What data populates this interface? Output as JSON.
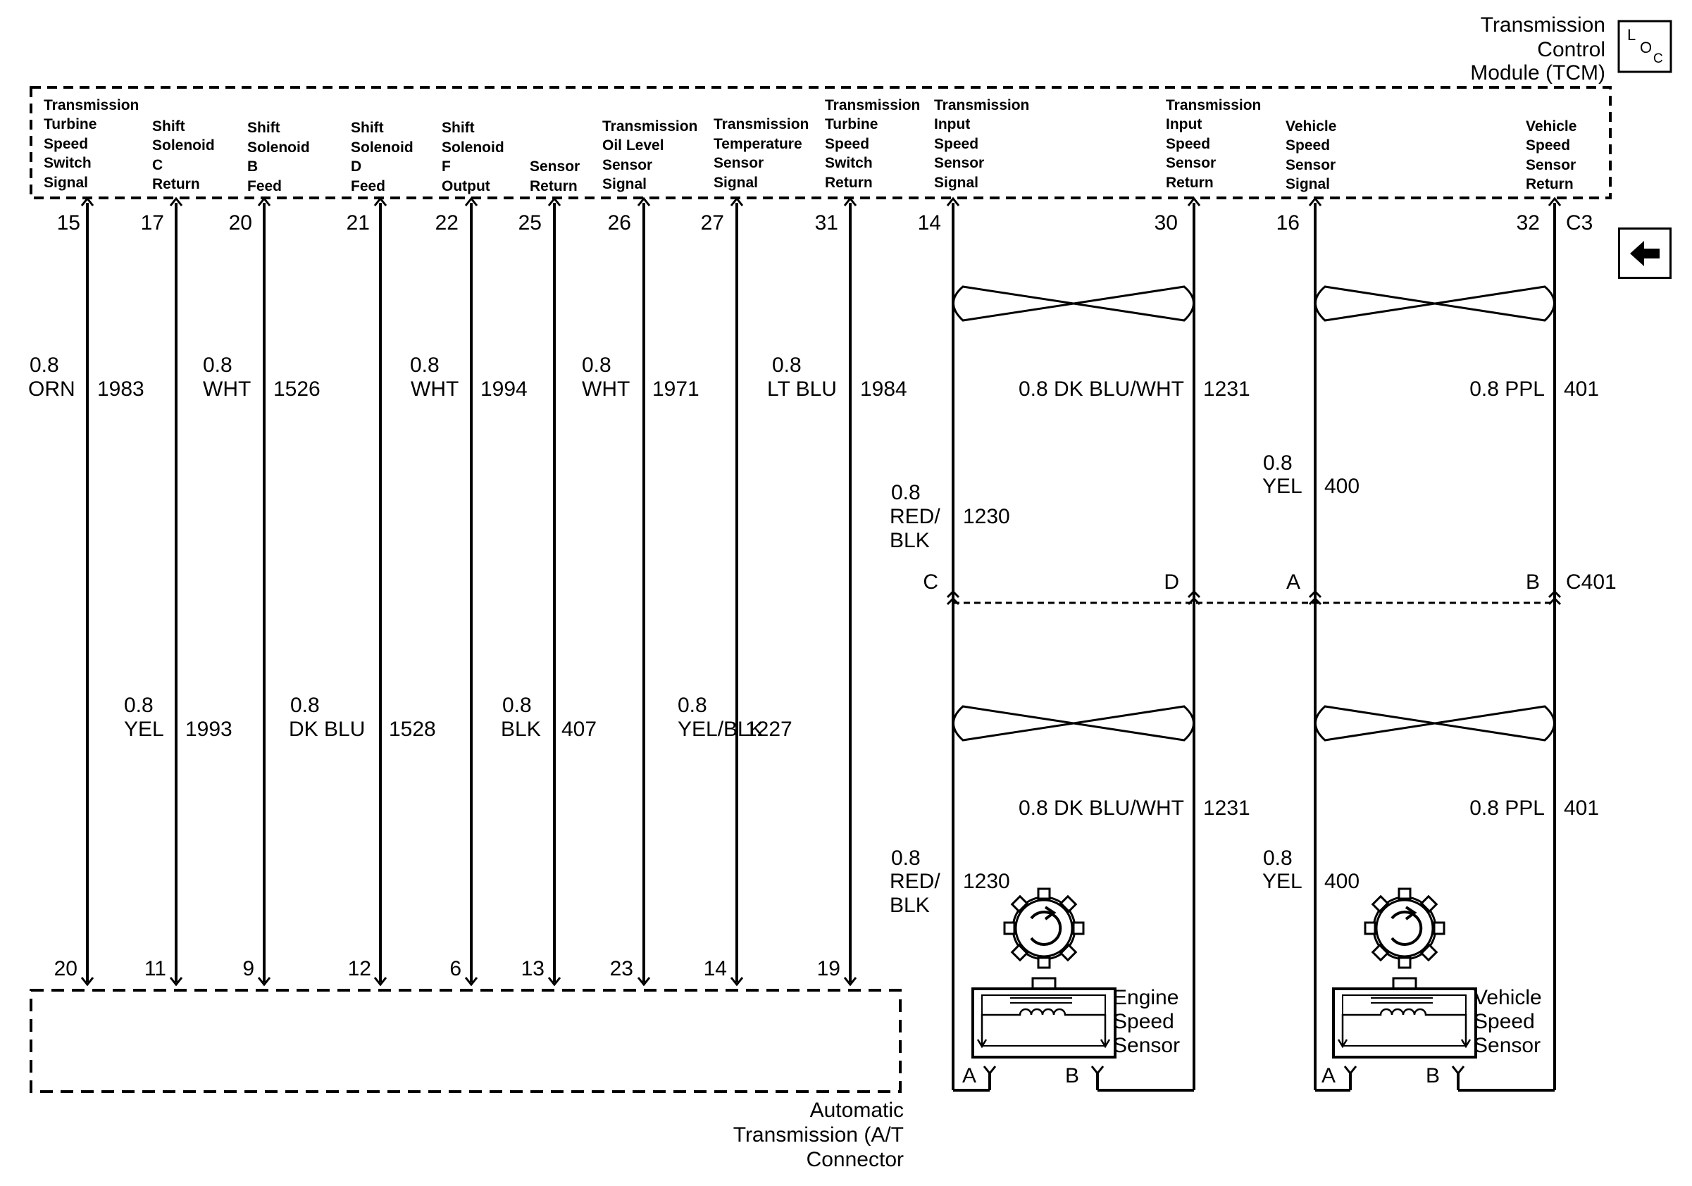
{
  "module": {
    "title_lines": [
      "Transmission",
      "Control",
      "Module (TCM)"
    ],
    "loc_icon": {
      "big": "L",
      "mid": "O",
      "small": "C"
    },
    "connector_top": "C3",
    "pins": [
      {
        "pin": "15",
        "label_lines": [
          "Transmission",
          "Turbine",
          "Speed",
          "Switch",
          "Signal"
        ]
      },
      {
        "pin": "17",
        "label_lines": [
          "Shift",
          "Solenoid",
          "C",
          "Return"
        ]
      },
      {
        "pin": "20",
        "label_lines": [
          "Shift",
          "Solenoid",
          "B",
          "Feed"
        ]
      },
      {
        "pin": "21",
        "label_lines": [
          "Shift",
          "Solenoid",
          "D",
          "Feed"
        ]
      },
      {
        "pin": "22",
        "label_lines": [
          "Shift",
          "Solenoid",
          "F",
          "Output"
        ]
      },
      {
        "pin": "25",
        "label_lines": [
          "Sensor",
          "Return"
        ]
      },
      {
        "pin": "26",
        "label_lines": [
          "Transmission",
          "Oil Level",
          "Sensor",
          "Signal"
        ]
      },
      {
        "pin": "27",
        "label_lines": [
          "Transmission",
          "Temperature",
          "Sensor",
          "Signal"
        ]
      },
      {
        "pin": "31",
        "label_lines": [
          "Transmission",
          "Turbine",
          "Speed",
          "Switch",
          "Return"
        ]
      },
      {
        "pin": "14",
        "label_lines": [
          "Transmission",
          "Input",
          "Speed",
          "Sensor",
          "Signal"
        ]
      },
      {
        "pin": "30",
        "label_lines": [
          "Transmission",
          "Input",
          "Speed",
          "Sensor",
          "Return"
        ]
      },
      {
        "pin": "16",
        "label_lines": [
          "Vehicle",
          "Speed",
          "Sensor",
          "Signal"
        ]
      },
      {
        "pin": "32",
        "label_lines": [
          "Vehicle",
          "Speed",
          "Sensor",
          "Return"
        ]
      }
    ]
  },
  "at_wires": [
    {
      "size": "0.8",
      "color": "ORN",
      "circuit": "1983",
      "bottom_pin": "20"
    },
    {
      "size": "0.8",
      "color": "YEL",
      "circuit": "1993",
      "bottom_pin": "11"
    },
    {
      "size": "0.8",
      "color": "WHT",
      "circuit": "1526",
      "bottom_pin": "9"
    },
    {
      "size": "0.8",
      "color": "DK BLU",
      "circuit": "1528",
      "bottom_pin": "12"
    },
    {
      "size": "0.8",
      "color": "WHT",
      "circuit": "1994",
      "bottom_pin": "6"
    },
    {
      "size": "0.8",
      "color": "BLK",
      "circuit": "407",
      "bottom_pin": "13"
    },
    {
      "size": "0.8",
      "color": "WHT",
      "circuit": "1971",
      "bottom_pin": "23"
    },
    {
      "size": "0.8",
      "color": "YEL/BLK",
      "circuit": "1227",
      "bottom_pin": "14"
    },
    {
      "size": "0.8",
      "color": "LT BLU",
      "circuit": "1984",
      "bottom_pin": "19"
    }
  ],
  "at_connector": {
    "label_lines": [
      "Automatic",
      "Transmission (A/T",
      "Connector"
    ]
  },
  "inline_connector": {
    "name": "C401",
    "pins": [
      "C",
      "D",
      "A",
      "B"
    ]
  },
  "twisted_pair_wires": {
    "engine_signal_upper": {
      "size": "0.8",
      "color_lines": [
        "RED/",
        "BLK"
      ],
      "circuit": "1230"
    },
    "engine_return_upper": {
      "text": "0.8 DK BLU/WHT",
      "circuit": "1231"
    },
    "vehicle_signal_upper": {
      "size": "0.8",
      "color": "YEL",
      "circuit": "400"
    },
    "vehicle_return_upper": {
      "text": "0.8 PPL",
      "circuit": "401"
    },
    "engine_signal_lower": {
      "size": "0.8",
      "color_lines": [
        "RED/",
        "BLK"
      ],
      "circuit": "1230"
    },
    "engine_return_lower": {
      "text": "0.8 DK BLU/WHT",
      "circuit": "1231"
    },
    "vehicle_signal_lower": {
      "size": "0.8",
      "color": "YEL",
      "circuit": "400"
    },
    "vehicle_return_lower": {
      "text": "0.8 PPL",
      "circuit": "401"
    }
  },
  "sensors": [
    {
      "name_lines": [
        "Engine",
        "Speed",
        "Sensor"
      ],
      "pins": [
        "A",
        "B"
      ]
    },
    {
      "name_lines": [
        "Vehicle",
        "Speed",
        "Sensor"
      ],
      "pins": [
        "A",
        "B"
      ]
    }
  ]
}
